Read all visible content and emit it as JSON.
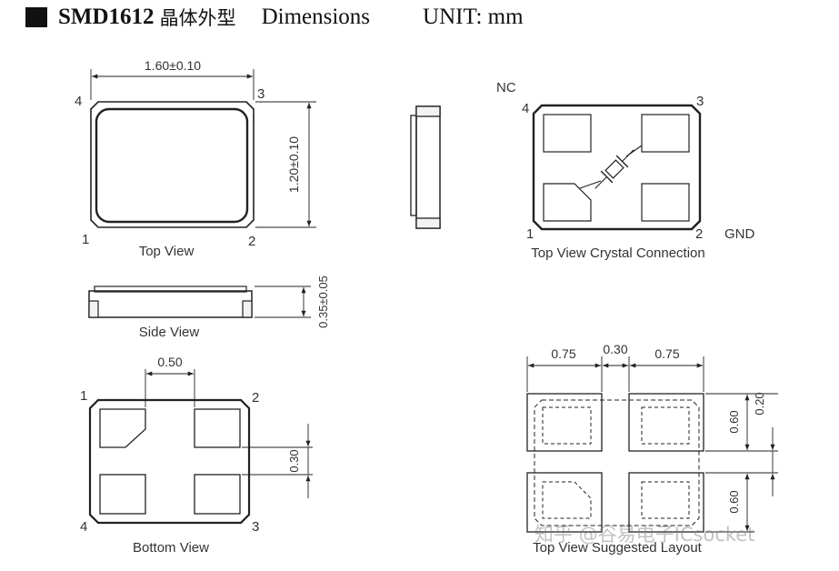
{
  "header": {
    "title": "SMD1612",
    "title_cn": "晶体外型",
    "dimensions_label": "Dimensions",
    "unit_label": "UNIT: mm"
  },
  "top_view": {
    "caption": "Top View",
    "width_dim": "1.60±0.10",
    "height_dim": "1.20±0.10",
    "pins": [
      "1",
      "2",
      "3",
      "4"
    ]
  },
  "side_view": {
    "caption": "Side View",
    "thickness_dim": "0.35±0.05"
  },
  "bottom_view": {
    "caption": "Bottom View",
    "gap_x_dim": "0.50",
    "gap_y_dim": "0.30",
    "pins": [
      "1",
      "2",
      "3",
      "4"
    ]
  },
  "crystal_connection": {
    "caption": "Top View Crystal Connection",
    "nc_label": "NC",
    "gnd_label": "GND",
    "pins": [
      "1",
      "2",
      "3",
      "4"
    ]
  },
  "suggested_layout": {
    "caption": "Top View Suggested Layout",
    "pad_width_left": "0.75",
    "gap_width": "0.30",
    "pad_width_right": "0.75",
    "pad_height_top": "0.60",
    "gap_height": "0.20",
    "pad_height_bottom": "0.60"
  },
  "watermark": "知乎 @谷易电子ICsocket",
  "colors": {
    "stroke": "#222222",
    "pad_fill": "#ffffff",
    "text": "#333333"
  }
}
